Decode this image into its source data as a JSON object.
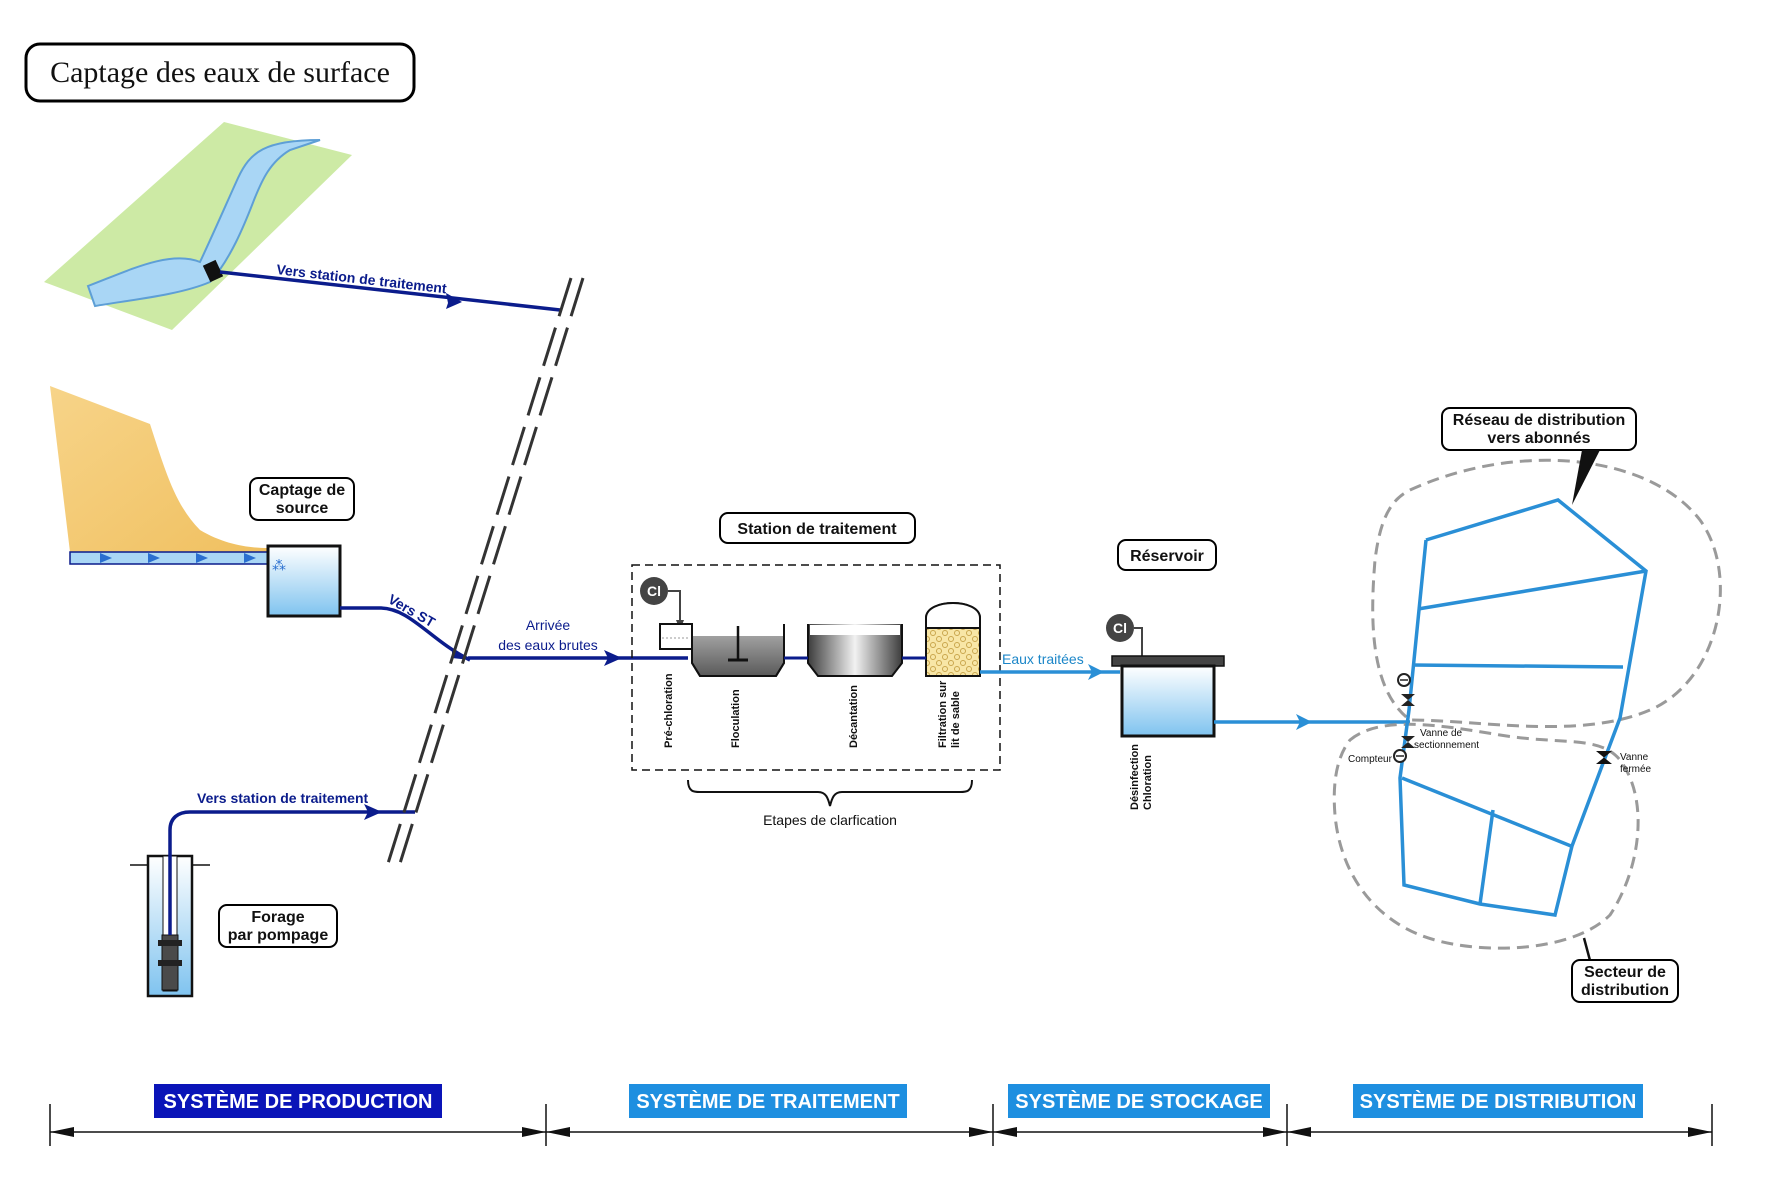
{
  "title": "Captage des eaux de surface",
  "sources": {
    "river_pipe_label": "Vers station de traitement",
    "spring_label_line1": "Captage de",
    "spring_label_line2": "source",
    "spring_pipe_label": "Vers ST",
    "borehole_pipe_label": "Vers station de traitement",
    "borehole_label_line1": "Forage",
    "borehole_label_line2": "par pompage"
  },
  "treatment": {
    "inflow_line1": "Arrivée",
    "inflow_line2": "des eaux brutes",
    "station_label": "Station de traitement",
    "chlorine_symbol": "Cl",
    "steps": [
      "Pré-chloration",
      "Floculation",
      "Décantation",
      "Filtration sur",
      "lit de sable"
    ],
    "clarification_label": "Etapes de clarfication",
    "outflow_label": "Eaux traitées"
  },
  "storage": {
    "reservoir_label": "Réservoir",
    "chlorine_symbol": "Cl",
    "process_line1": "Désinfection",
    "process_line2": "Chloration"
  },
  "distribution": {
    "network_line1": "Réseau de distribution",
    "network_line2": "vers abonnés",
    "valve_open_line1": "Vanne de",
    "valve_open_line2": "sectionnement",
    "meter_label": "Compteur",
    "valve_closed_line1": "Vanne",
    "valve_closed_line2": "fermée",
    "sector_line1": "Secteur de",
    "sector_line2": "distribution"
  },
  "systems": [
    {
      "label": "SYSTÈME DE PRODUCTION",
      "color": "#0a14b8"
    },
    {
      "label": "SYSTÈME DE TRAITEMENT",
      "color": "#1e8fe0"
    },
    {
      "label": "SYSTÈME DE STOCKAGE",
      "color": "#1e8fe0"
    },
    {
      "label": "SYSTÈME DE DISTRIBUTION",
      "color": "#1e8fe0"
    }
  ],
  "colors": {
    "raw_water_pipe": "#0b1c8c",
    "treated_water_pipe": "#2a8fd6",
    "network_pipe": "#2a8fd6",
    "water": "#a9d6f5",
    "terrain": "#f5d28a",
    "grass": "#cdeaa5"
  }
}
